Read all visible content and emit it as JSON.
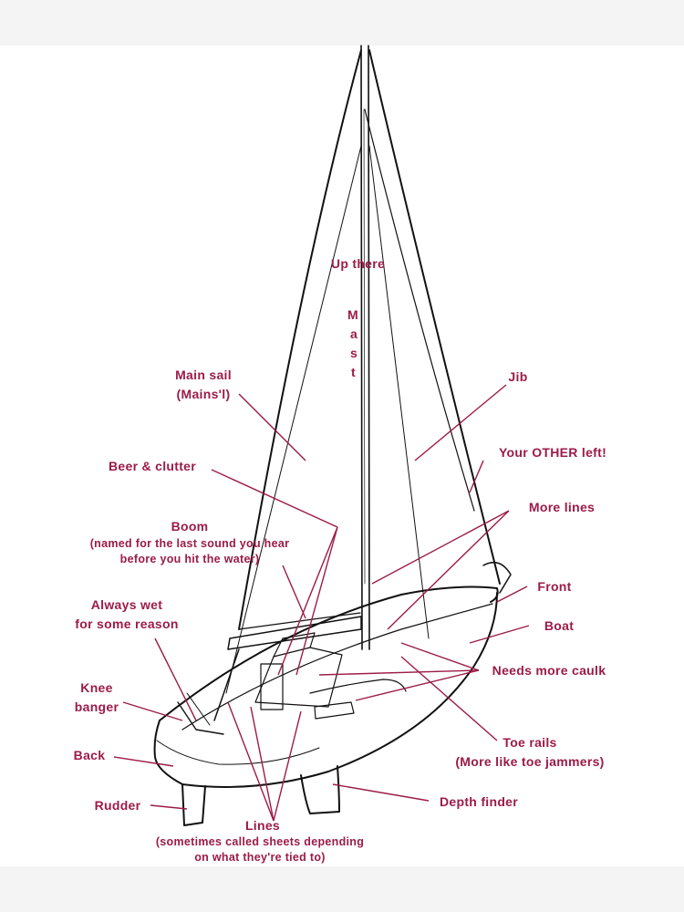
{
  "labels": {
    "up_there": "Up there",
    "mast_letters": [
      "M",
      "a",
      "s",
      "t"
    ],
    "main_sail": "Main sail\n(Mains'l)",
    "jib": "Jib",
    "other_left": "Your OTHER left!",
    "beer_clutter": "Beer & clutter",
    "more_lines": "More lines",
    "boom_title": "Boom",
    "boom_note": "(named for the last sound you hear\nbefore you hit the water)",
    "front": "Front",
    "always_wet": "Always wet\nfor some reason",
    "boat": "Boat",
    "needs_caulk": "Needs more caulk",
    "knee_banger": "Knee\nbanger",
    "toe_rails": "Toe rails\n(More like toe jammers)",
    "back": "Back",
    "rudder": "Rudder",
    "depth_finder": "Depth finder",
    "lines_title": "Lines",
    "lines_note": "(sometimes called sheets depending\non what they're tied to)"
  },
  "colors": {
    "label": "#9c1b48",
    "ink": "#111111",
    "paper": "#ffffff",
    "background": "#f4f4f4"
  }
}
